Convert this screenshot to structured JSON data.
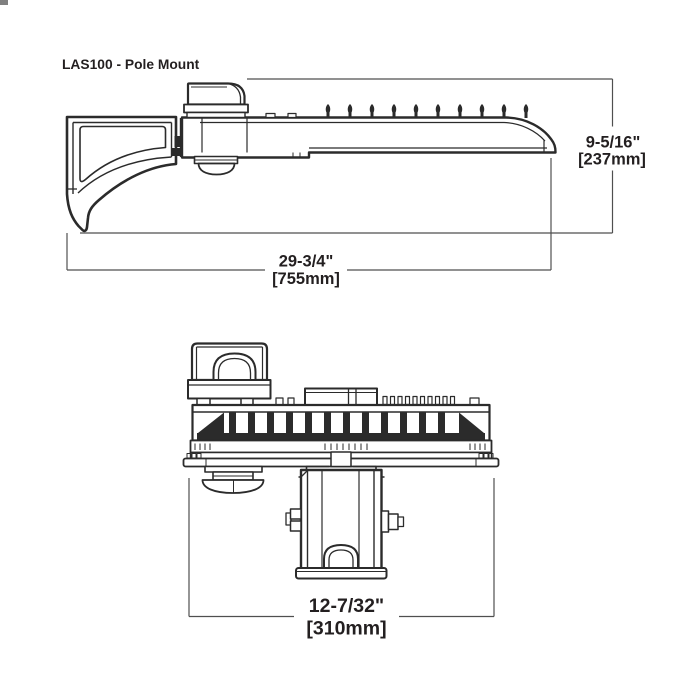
{
  "title": "LAS100 - Pole Mount",
  "colors": {
    "bg": "#ffffff",
    "line": "#2b2b2b",
    "dim": "#4f4f4f",
    "text": "#231f20"
  },
  "side_view": {
    "height_dim": {
      "inches": "9-5/16\"",
      "mm": "[237mm]"
    },
    "length_dim": {
      "inches": "29-3/4\"",
      "mm": "[755mm]"
    }
  },
  "end_view": {
    "width_dim": {
      "inches": "12-7/32\"",
      "mm": "[310mm]"
    }
  }
}
